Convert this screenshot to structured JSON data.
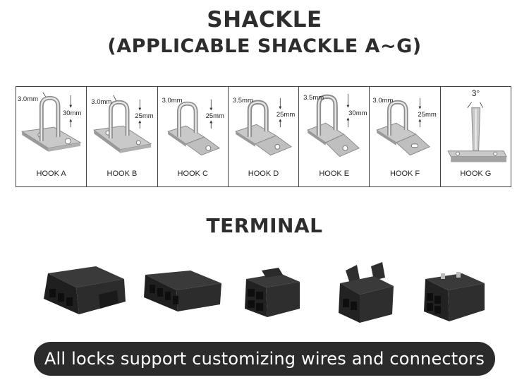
{
  "header": {
    "title": "SHACKLE",
    "subtitle": "(APPLICABLE SHACKLE A~G)"
  },
  "hooks": [
    {
      "label": "HOOK A",
      "wire": "3.0mm",
      "height": "30mm"
    },
    {
      "label": "HOOK B",
      "wire": "3.0mm",
      "height": "25mm"
    },
    {
      "label": "HOOK C",
      "wire": "3.0mm",
      "height": "25mm"
    },
    {
      "label": "HOOK D",
      "wire": "3.5mm",
      "height": "25mm"
    },
    {
      "label": "HOOK E",
      "wire": "3.5mm",
      "height": "30mm"
    },
    {
      "label": "HOOK F",
      "wire": "3.0mm",
      "height": "25mm"
    },
    {
      "label": "HOOK G",
      "angle": "3°"
    }
  ],
  "terminal_section": {
    "title": "TERMINAL"
  },
  "footer": {
    "text": "All locks support customizing wires and connectors"
  },
  "colors": {
    "metal_light": "#d9d9d9",
    "metal_dark": "#8a8a8a",
    "connector": "#2a2a2a",
    "footer_bg": "#2b2b2b"
  }
}
